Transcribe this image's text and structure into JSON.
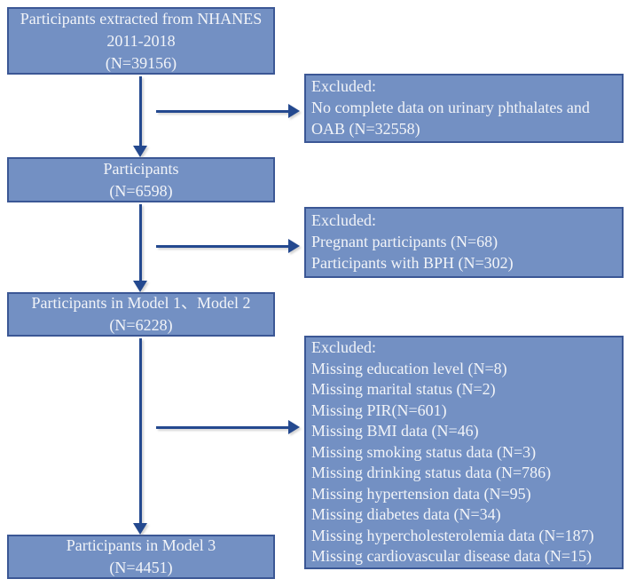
{
  "flowchart": {
    "title": "NHANES participant selection flow diagram",
    "colors": {
      "box_fill": "#7390c3",
      "box_border": "#3b5795",
      "arrow": "#24498f",
      "box_text": "#f2f4f8",
      "background": "#ffffff"
    },
    "main_boxes": [
      {
        "lines": [
          "Participants extracted from NHANES",
          "2011-2018",
          "(N=39156)"
        ]
      },
      {
        "lines": [
          "Participants",
          "(N=6598)"
        ]
      },
      {
        "lines": [
          "Participants in Model 1、Model 2",
          "(N=6228)"
        ]
      },
      {
        "lines": [
          "Participants in Model 3",
          "(N=4451)"
        ]
      }
    ],
    "excluded_boxes": [
      {
        "lines": [
          "Excluded:",
          "No complete data on urinary phthalates and OAB (N=32558)"
        ]
      },
      {
        "lines": [
          "Excluded:",
          "Pregnant participants (N=68)",
          "Participants with BPH (N=302)"
        ]
      },
      {
        "lines": [
          "Excluded:",
          "Missing education level (N=8)",
          "Missing marital status (N=2)",
          "Missing PIR(N=601)",
          "Missing BMI data (N=46)",
          "Missing smoking status data (N=3)",
          "Missing drinking status data (N=786)",
          "Missing hypertension data (N=95)",
          "Missing diabetes data (N=34)",
          "Missing hypercholesterolemia data (N=187)",
          "Missing cardiovascular disease data (N=15)"
        ]
      }
    ]
  }
}
